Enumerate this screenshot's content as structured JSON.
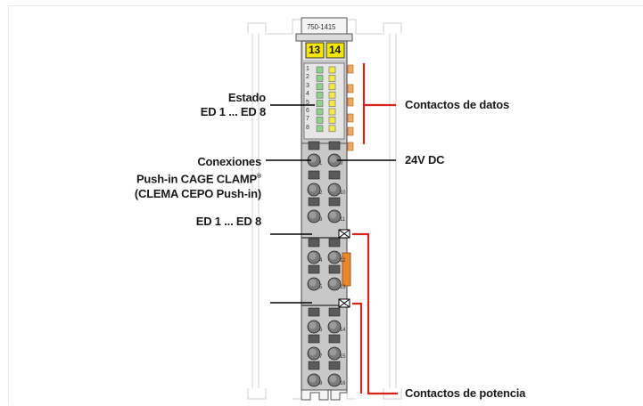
{
  "module": {
    "part_number": "750-1415",
    "marker_left": "13",
    "marker_right": "14",
    "led_numbers": [
      "1",
      "2",
      "3",
      "4",
      "5",
      "6",
      "7",
      "8"
    ],
    "terminal_numbers_left": [
      "1",
      "2",
      "3",
      "4",
      "5",
      "6",
      "7",
      "8"
    ],
    "terminal_numbers_right": [
      "9",
      "10",
      "11",
      "12",
      "13",
      "14",
      "15",
      "16"
    ]
  },
  "labels": {
    "estado_line1": "Estado",
    "estado_line2": "ED 1 ... ED 8",
    "conexiones_line1": "Conexiones",
    "conexiones_line2": "Push-in CAGE CLAMP",
    "conexiones_reg": "®",
    "conexiones_line3": "(CLEMA CEPO Push-in)",
    "inputs": "ED 1 ... ED 8",
    "data_contacts": "Contactos de datos",
    "supply": "24V DC",
    "power_contacts": "Contactos de potencia"
  },
  "colors": {
    "body_gray": "#c8c8c8",
    "marker_yellow": "#f3e600",
    "led_green": "#8ed18a",
    "led_yellow": "#f4e94a",
    "contact_orange": "#f2a860",
    "red_line": "#d9231d"
  }
}
